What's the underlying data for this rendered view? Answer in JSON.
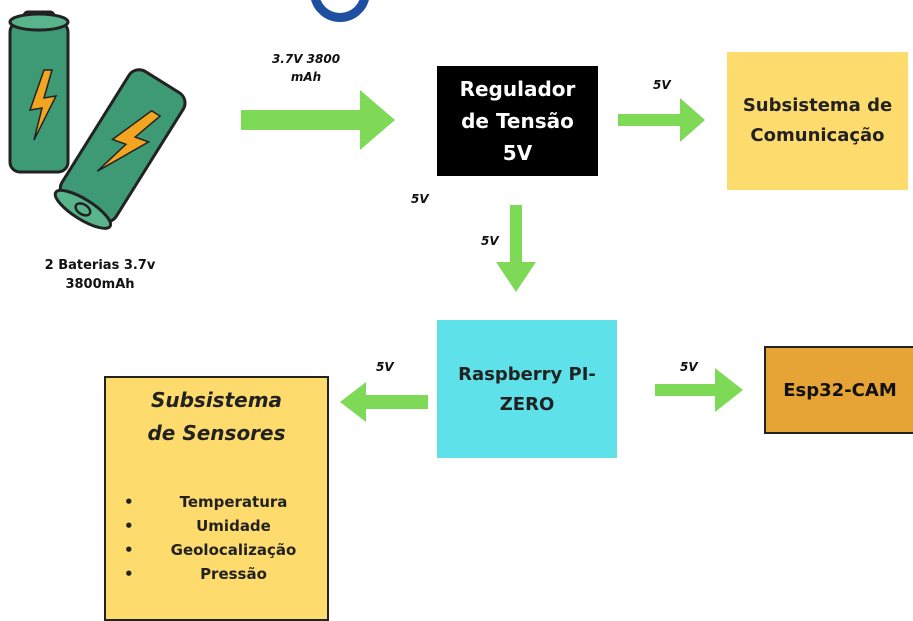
{
  "battery": {
    "caption_line1": "2 Baterias 3.7v",
    "caption_line2": "3800mAh",
    "icon": "battery-icon",
    "colors": {
      "body": "#3e9a74",
      "bolt": "#f3a521",
      "outline": "#222222"
    }
  },
  "labels": {
    "battery_to_regulator_line1": "3.7V 3800",
    "battery_to_regulator_line2": "mAh",
    "regulator_to_comm": "5V",
    "regulator_side": "5V",
    "regulator_to_pi": "5V",
    "pi_to_sensors": "5V",
    "pi_to_esp": "5V"
  },
  "nodes": {
    "regulator": {
      "line1": "Regulador",
      "line2": "de Tensão",
      "line3": "5V"
    },
    "communication": {
      "line1": "Subsistema de",
      "line2": "Comunicação"
    },
    "raspberry": {
      "line1": "Raspberry PI-",
      "line2": "ZERO"
    },
    "esp32": {
      "label": "Esp32-CAM"
    },
    "sensors": {
      "title_line1": "Subsistema",
      "title_line2": "de Sensores",
      "items": [
        "Temperatura",
        "Umidade",
        "Geolocalização",
        "Pressão"
      ],
      "bullet": "•"
    }
  },
  "colors": {
    "arrow": "#7ed957",
    "regulator_bg": "#000000",
    "communication_bg": "#fddc6d",
    "raspberry_bg": "#5ee1e8",
    "esp32_bg": "#e6a336",
    "sensors_bg": "#fddc6d",
    "title_accent": "#1f4fa0"
  }
}
